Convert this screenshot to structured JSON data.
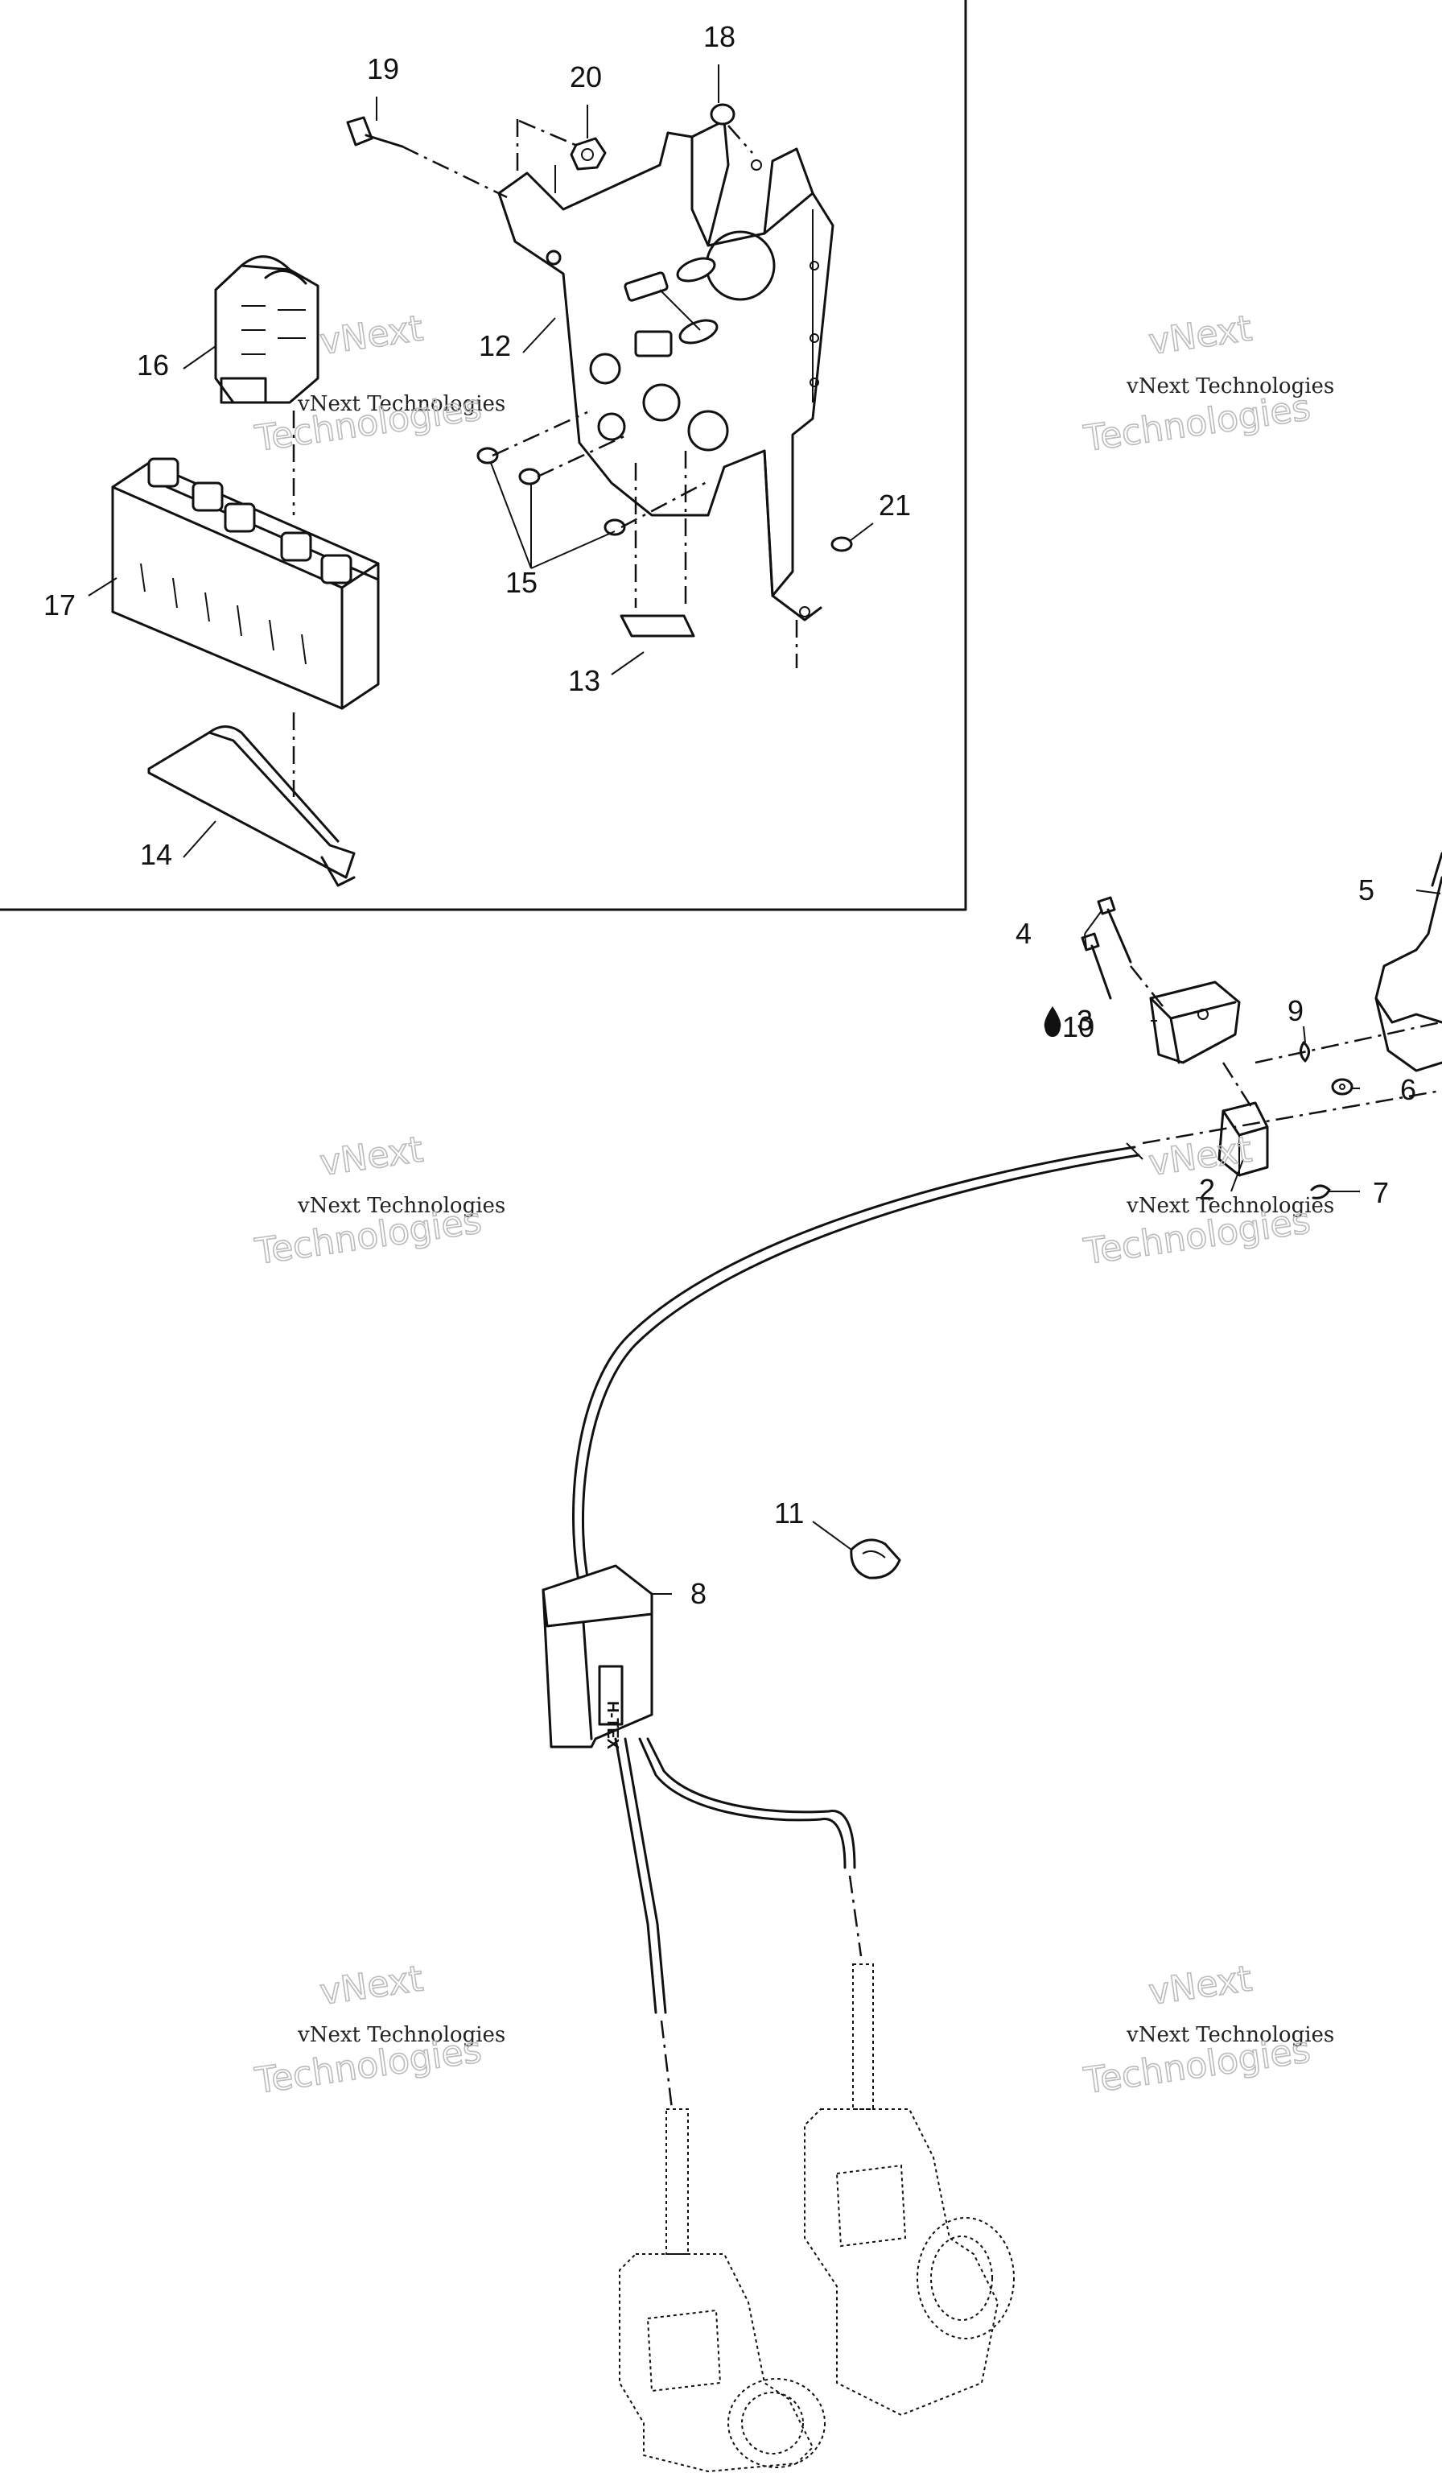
{
  "labels": {
    "l2": "2",
    "l3": "3",
    "l4": "4",
    "l5": "5",
    "l6": "6",
    "l7": "7",
    "l8": "8",
    "l9": "9",
    "l10": "10",
    "l11": "11",
    "l12": "12",
    "l13": "13",
    "l14": "14",
    "l15": "15",
    "l16": "16",
    "l17": "17",
    "l18": "18",
    "l19": "19",
    "l20": "20",
    "l21": "21"
  },
  "watermark": {
    "top_line": "vNext",
    "middle_line": "vNext Technologies",
    "bottom_line": "Technologies"
  },
  "icons": {
    "lubricant": "oil-drop-icon"
  },
  "part_marking": "H-TEX"
}
